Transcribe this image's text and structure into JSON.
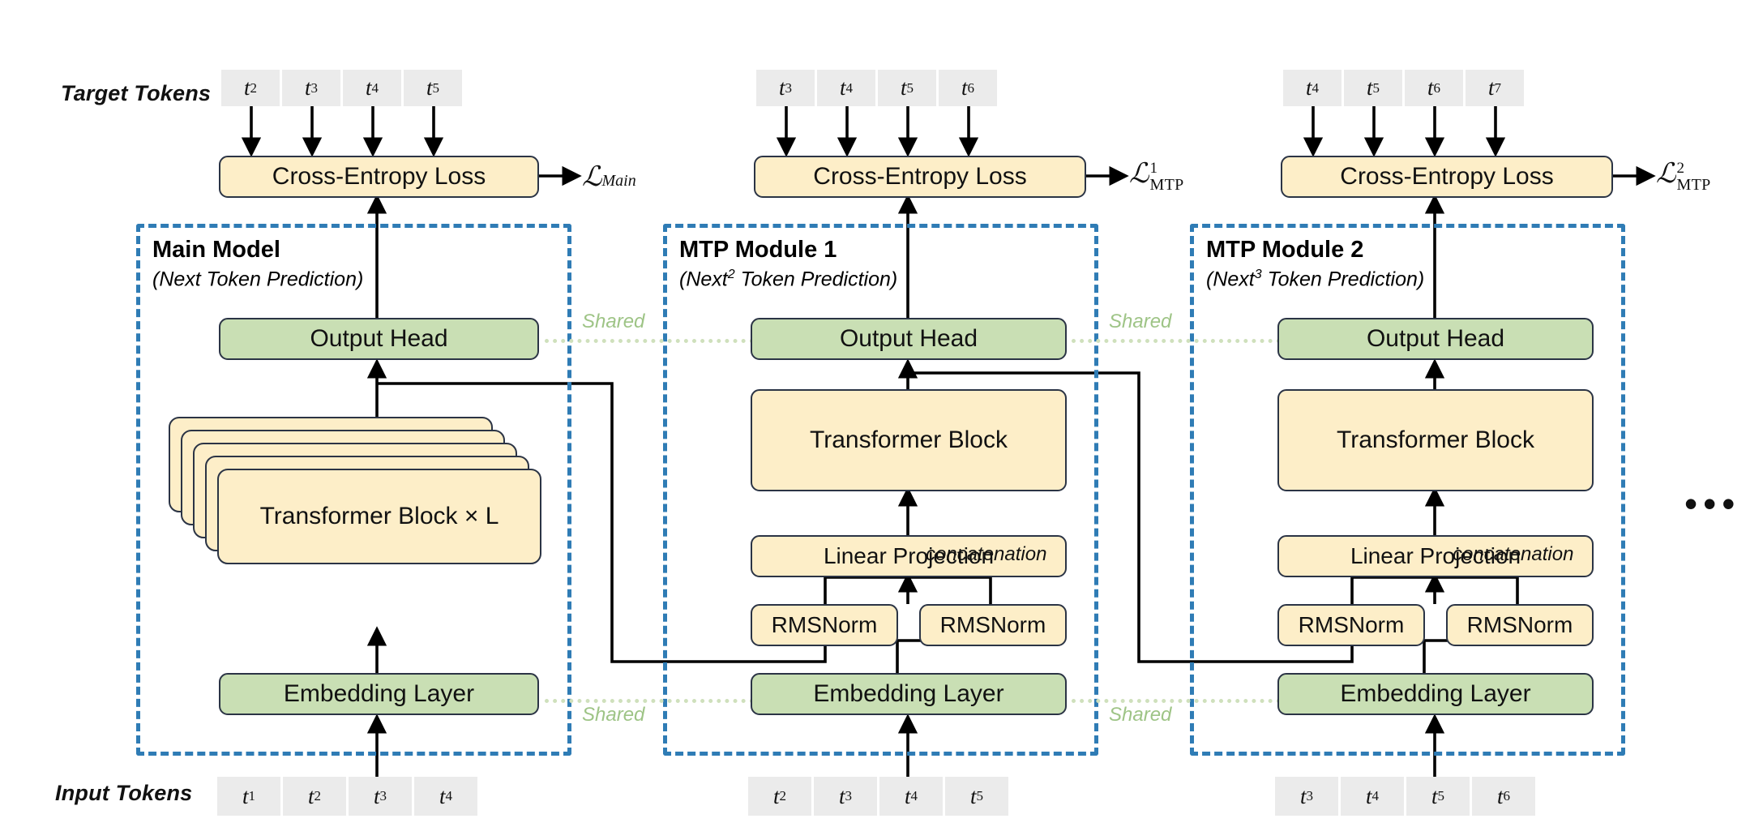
{
  "labels": {
    "target_tokens": "Target Tokens",
    "input_tokens": "Input Tokens",
    "shared": "Shared",
    "concatenation": "concatenation",
    "ellipsis": "•••"
  },
  "colors": {
    "box_yellow": "#fdeec8",
    "box_green": "#c9dfb4",
    "box_border": "#2b3445",
    "module_frame": "#2f7cb5",
    "token_chip": "#ebebeb",
    "shared_green": "#9ec486",
    "shared_dotted": "#cfe0bc"
  },
  "modules": [
    {
      "title": "Main Model",
      "subtitle_pre": "(Next",
      "subtitle_sup": "",
      "subtitle_post": " Token Prediction)",
      "loss_symbol": "L",
      "loss_sub": "Main",
      "loss_sup": "",
      "loss_style": "italic-sub",
      "target_tokens": [
        "t2",
        "t3",
        "t4",
        "t5"
      ],
      "input_tokens": [
        "t1",
        "t2",
        "t3",
        "t4"
      ],
      "boxes": {
        "loss": "Cross-Entropy Loss",
        "output_head": "Output Head",
        "transformer": "Transformer Block × L",
        "embedding": "Embedding Layer"
      }
    },
    {
      "title": "MTP Module 1",
      "subtitle_pre": "(Next",
      "subtitle_sup": "2",
      "subtitle_post": " Token Prediction)",
      "loss_symbol": "L",
      "loss_sub": "MTP",
      "loss_sup": "1",
      "loss_style": "stacked",
      "target_tokens": [
        "t3",
        "t4",
        "t5",
        "t6"
      ],
      "input_tokens": [
        "t2",
        "t3",
        "t4",
        "t5"
      ],
      "boxes": {
        "loss": "Cross-Entropy Loss",
        "output_head": "Output Head",
        "transformer": "Transformer Block",
        "linear": "Linear Projection",
        "rmsnorm_left": "RMSNorm",
        "rmsnorm_right": "RMSNorm",
        "embedding": "Embedding Layer"
      }
    },
    {
      "title": "MTP Module 2",
      "subtitle_pre": "(Next",
      "subtitle_sup": "3",
      "subtitle_post": " Token Prediction)",
      "loss_symbol": "L",
      "loss_sub": "MTP",
      "loss_sup": "2",
      "loss_style": "stacked",
      "target_tokens": [
        "t4",
        "t5",
        "t6",
        "t7"
      ],
      "input_tokens": [
        "t3",
        "t4",
        "t5",
        "t6"
      ],
      "boxes": {
        "loss": "Cross-Entropy Loss",
        "output_head": "Output Head",
        "transformer": "Transformer Block",
        "linear": "Linear Projection",
        "rmsnorm_left": "RMSNorm",
        "rmsnorm_right": "RMSNorm",
        "embedding": "Embedding Layer"
      }
    }
  ],
  "shared_links": [
    {
      "label": "Shared",
      "between": "output-head"
    },
    {
      "label": "Shared",
      "between": "embedding-layer"
    },
    {
      "label": "Shared",
      "between": "output-head"
    },
    {
      "label": "Shared",
      "between": "embedding-layer"
    }
  ]
}
